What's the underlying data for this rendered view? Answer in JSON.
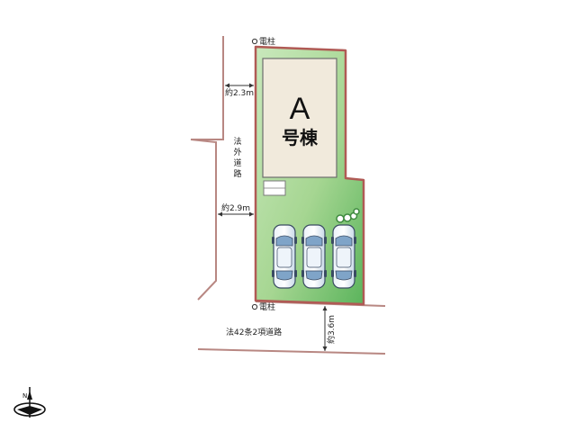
{
  "utility_poles": {
    "top": "電柱",
    "bottom": "電柱"
  },
  "building": {
    "letter": "A",
    "label": "号棟"
  },
  "measurements": {
    "west_top": "約2.3m",
    "west_mid": "約2.9m",
    "south_road": "約3.6m"
  },
  "roads": {
    "west": [
      "法",
      "外",
      "道",
      "路"
    ],
    "south": "法42条2項道路"
  },
  "parking": {
    "count": 3
  },
  "colors": {
    "lot_fill": "#9ed08a",
    "lot_border": "#b05a55",
    "road_line": "#b88782",
    "building_fill": "#f1eadc",
    "car_body": "#dce8f2"
  },
  "compass": {
    "north_label": "N"
  }
}
